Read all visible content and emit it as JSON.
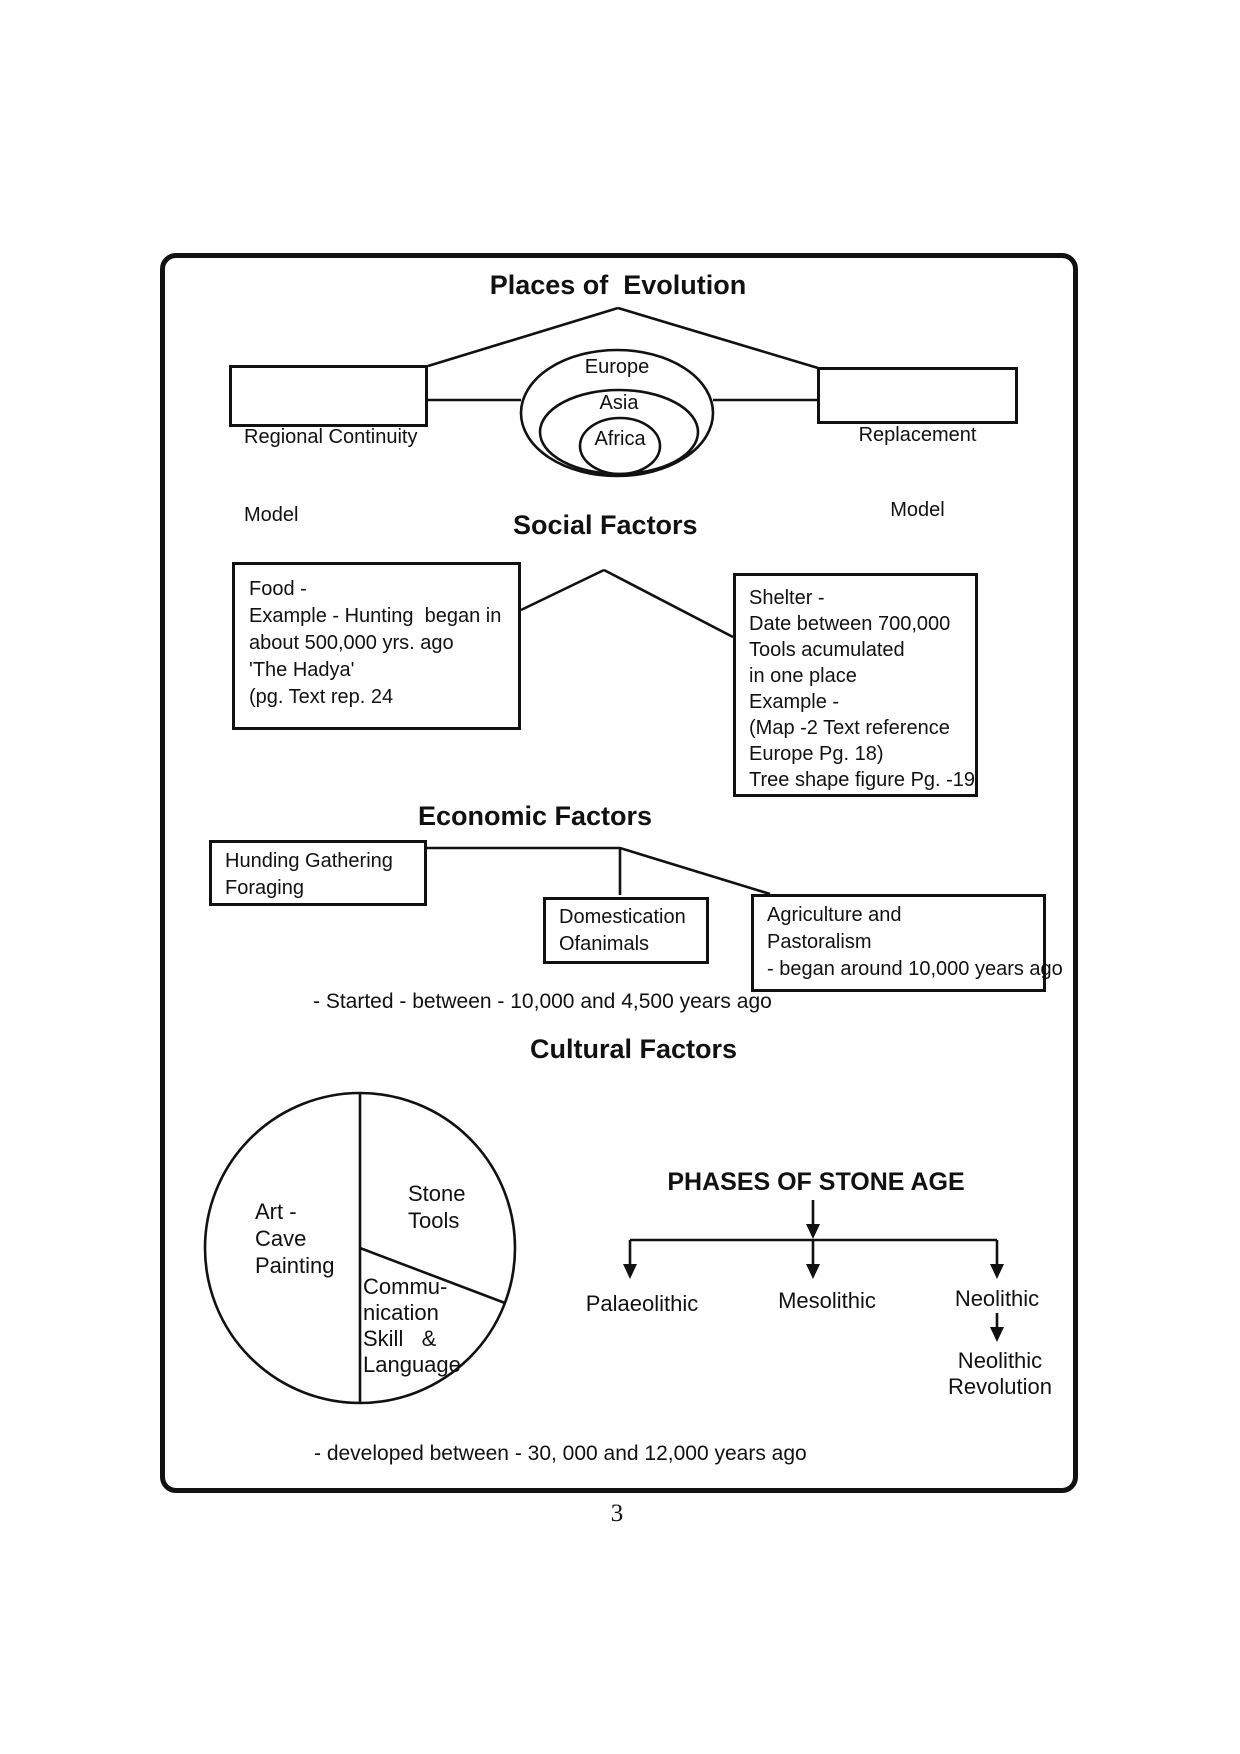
{
  "page": {
    "number": "3"
  },
  "colors": {
    "ink": "#111111",
    "paper": "#ffffff"
  },
  "places": {
    "title": "Places of  Evolution",
    "left_box": {
      "lines": [
        "Regional Continuity",
        "Model"
      ]
    },
    "right_box": {
      "lines": [
        "Replacement",
        "Model"
      ]
    },
    "ellipse_labels": [
      "Europe",
      "Asia",
      "Africa"
    ]
  },
  "social": {
    "title": "Social Factors",
    "food_box": {
      "lines": [
        "Food -",
        "Example - Hunting  began in",
        "about 500,000 yrs. ago",
        "'The Hadya'",
        "(pg. Text rep. 24"
      ]
    },
    "shelter_box": {
      "lines": [
        "Shelter -",
        "Date between 700,000",
        "Tools acumulated",
        "in one place",
        "Example -",
        "(Map -2 Text reference",
        "Europe Pg. 18)",
        "Tree shape figure Pg. -19"
      ]
    }
  },
  "economic": {
    "title": "Economic Factors",
    "hunting_box": {
      "lines": [
        "Hunding Gathering",
        "Foraging"
      ]
    },
    "domestication_box": {
      "lines": [
        "Domestication",
        "Ofanimals"
      ]
    },
    "agriculture_box": {
      "lines": [
        "Agriculture and",
        "Pastoralism",
        "- began around 10,000 years ago"
      ]
    },
    "note": "- Started - between - 10,000 and 4,500 years ago"
  },
  "cultural": {
    "title": "Cultural Factors",
    "pie_segments": [
      {
        "label_lines": [
          "Art -",
          "Cave",
          "Painting"
        ]
      },
      {
        "label_lines": [
          "Stone",
          "Tools"
        ]
      },
      {
        "label_lines": [
          "Commu-",
          "nication",
          "Skill   &",
          "Language"
        ]
      }
    ],
    "note": "- developed between - 30, 000 and 12,000 years ago"
  },
  "stone_age": {
    "title": "PHASES OF STONE AGE",
    "phases": [
      "Palaeolithic",
      "Mesolithic",
      "Neolithic"
    ],
    "sub_phase": {
      "lines": [
        "Neolithic",
        "Revolution"
      ]
    }
  }
}
